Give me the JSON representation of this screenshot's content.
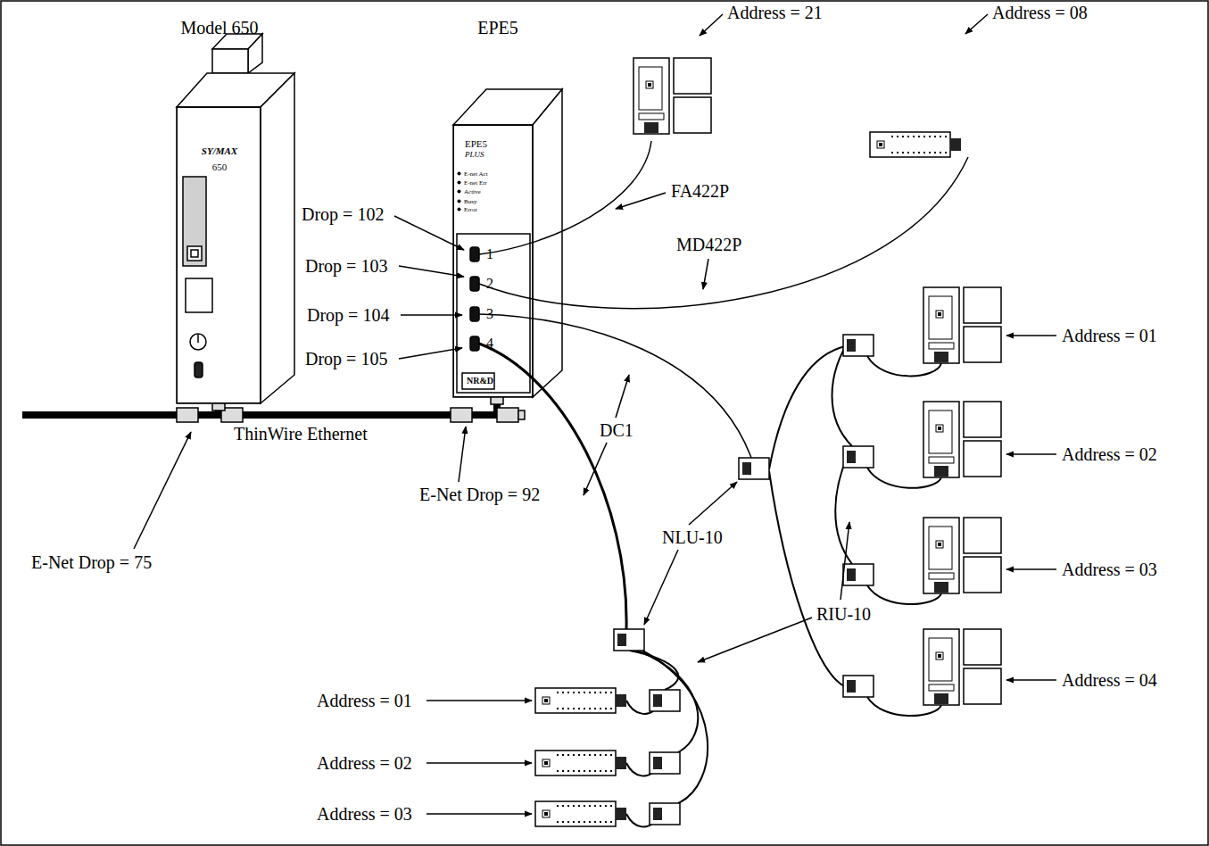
{
  "diagram": {
    "nodes": [
      {
        "text": [
          "Model 650",
          "SY/MAX",
          "650"
        ]
      },
      {
        "text": [
          "EPE5",
          "EPE5",
          "PLUS",
          "E-net Act",
          "E-net Err",
          "Active",
          "Busy",
          "Error",
          "1",
          "2",
          "3",
          "4",
          "NR&D"
        ]
      }
    ],
    "edges": [
      {
        "from": 0,
        "to": 1,
        "arrow": "none",
        "label": "ThinWire Ethernet"
      }
    ],
    "labels": [
      "Address = 21",
      "Address = 08",
      "FA422P",
      "MD422P",
      "Drop = 102",
      "Drop = 103",
      "Drop = 104",
      "Drop = 105",
      "DC1",
      "NLU-10",
      "RIU-10",
      "Address = 01",
      "Address = 02",
      "Address = 03",
      "Address = 04",
      "Address = 01",
      "Address = 02",
      "Address = 03",
      "E-Net Drop = 92",
      "E-Net Drop = 75"
    ]
  }
}
